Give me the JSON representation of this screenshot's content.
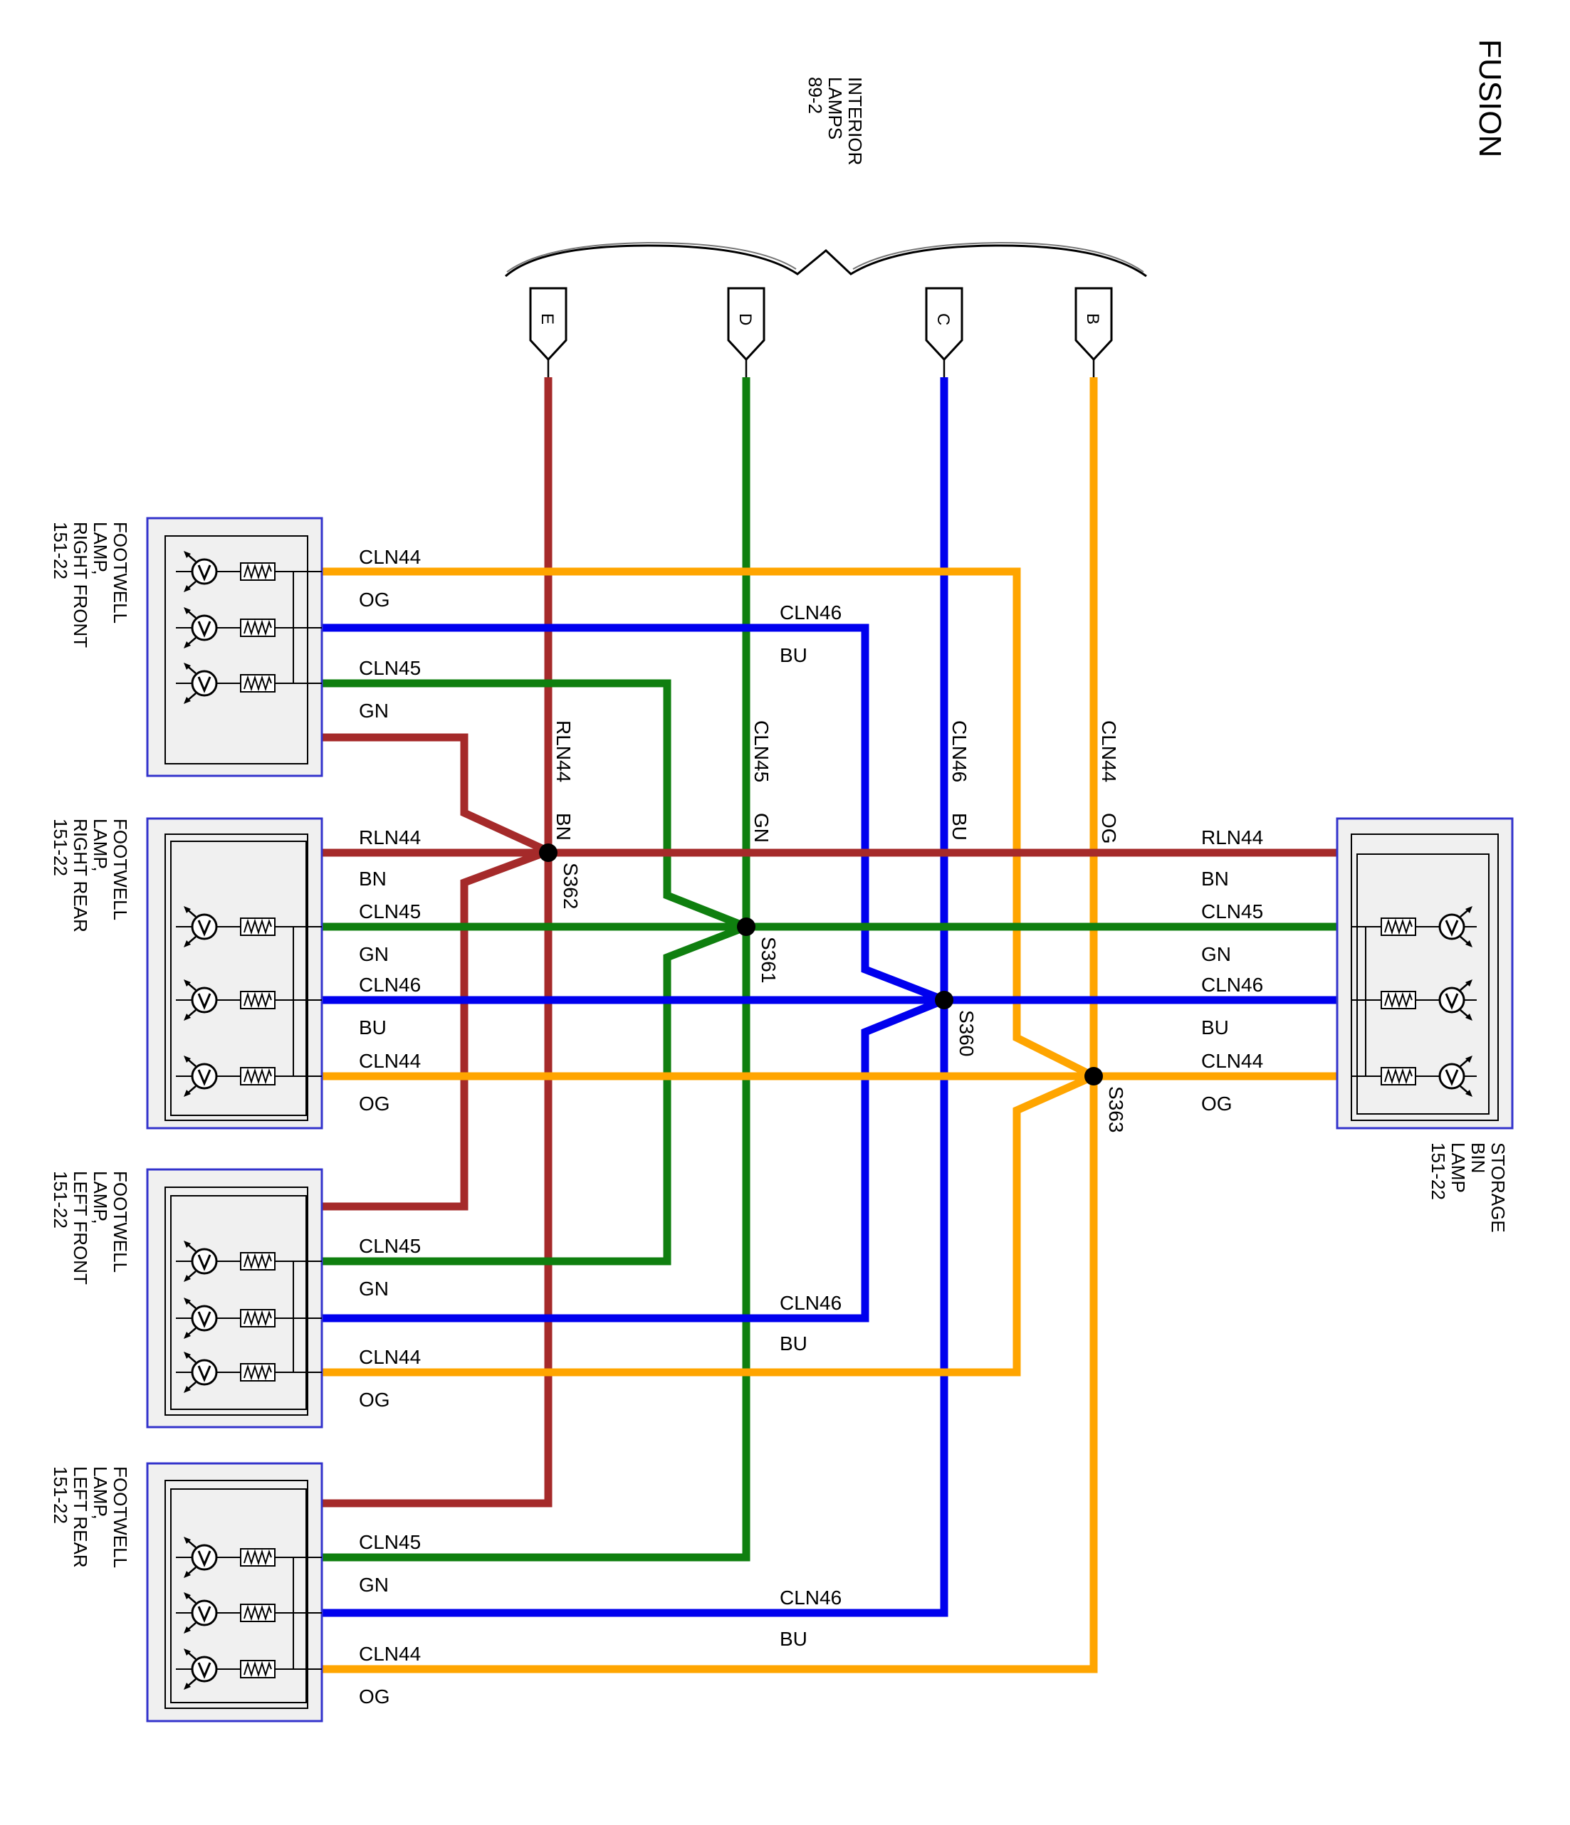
{
  "title": "FUSION",
  "colors": {
    "BN": "#a52a2a",
    "GN": "#0f7f0f",
    "BU": "#0000ee",
    "OG": "#ffa500",
    "connector_border": "#3333cc",
    "connector_fill": "#f0f0f0"
  },
  "interior_lamps": {
    "lines": [
      "INTERIOR",
      "LAMPS",
      "89-2"
    ],
    "pins": [
      "E",
      "D",
      "C",
      "B"
    ]
  },
  "vertical_wires": [
    {
      "circuit": "RLN44",
      "color": "BN"
    },
    {
      "circuit": "CLN45",
      "color": "GN"
    },
    {
      "circuit": "CLN46",
      "color": "BU"
    },
    {
      "circuit": "CLN44",
      "color": "OG"
    }
  ],
  "splices": [
    "S362",
    "S361",
    "S360",
    "S363"
  ],
  "components": {
    "rf": {
      "lines": [
        "FOOTWELL",
        "LAMP,",
        "RIGHT FRONT",
        "151-22"
      ]
    },
    "rr": {
      "lines": [
        "FOOTWELL",
        "LAMP,",
        "RIGHT REAR",
        "151-22"
      ]
    },
    "lf": {
      "lines": [
        "FOOTWELL",
        "LAMP,",
        "LEFT FRONT",
        "151-22"
      ]
    },
    "lr": {
      "lines": [
        "FOOTWELL",
        "LAMP,",
        "LEFT REAR",
        "151-22"
      ]
    },
    "sb": {
      "lines": [
        "STORAGE",
        "BIN",
        "LAMP",
        "151-22"
      ]
    }
  },
  "wire_labels": {
    "rf_cln44": "CLN44",
    "rf_og": "OG",
    "rf_cln46": "CLN46",
    "rf_bu": "BU",
    "rf_cln45": "CLN45",
    "rf_gn": "GN",
    "rr_rln44": "RLN44",
    "rr_bn": "BN",
    "rr_cln45": "CLN45",
    "rr_gn": "GN",
    "rr_cln46": "CLN46",
    "rr_bu": "BU",
    "rr_cln44": "CLN44",
    "rr_og": "OG",
    "sb_rln44": "RLN44",
    "sb_bn": "BN",
    "sb_cln45": "CLN45",
    "sb_gn": "GN",
    "sb_cln46": "CLN46",
    "sb_bu": "BU",
    "sb_cln44": "CLN44",
    "sb_og": "OG",
    "lf_cln45": "CLN45",
    "lf_gn": "GN",
    "lf_cln46": "CLN46",
    "lf_bu": "BU",
    "lf_cln44": "CLN44",
    "lf_og": "OG",
    "lr_cln45": "CLN45",
    "lr_gn": "GN",
    "lr_cln46": "CLN46",
    "lr_bu": "BU",
    "lr_cln44": "CLN44",
    "lr_og": "OG"
  }
}
